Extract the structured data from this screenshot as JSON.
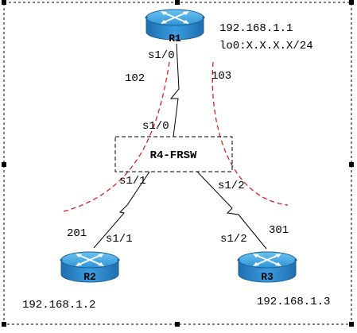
{
  "colors": {
    "router_top": "#3fa5e0",
    "router_side": "#2a7fc0",
    "router_edge": "#1a5f95",
    "dlci_curve": "#e02020",
    "frame": "#000000",
    "handle": "#000000"
  },
  "routers": {
    "r1": {
      "name": "R1",
      "ip": "192.168.1.1",
      "loopback": "lo0:X.X.X.X/24",
      "icon": "router-icon"
    },
    "r2": {
      "name": "R2",
      "ip": "192.168.1.2",
      "icon": "router-icon"
    },
    "r3": {
      "name": "R3",
      "ip": "192.168.1.3",
      "icon": "router-icon"
    }
  },
  "switch": {
    "name": "R4-FRSW"
  },
  "interfaces": {
    "r1_s": "s1/0",
    "sw_to_r1": "s1/0",
    "sw_to_r2": "s1/1",
    "sw_to_r3": "s1/2",
    "r2_s": "s1/1",
    "r3_s": "s1/2"
  },
  "dlci": {
    "r1_to_r2": "102",
    "r1_to_r3": "103",
    "r2_to_r1": "201",
    "r3_to_r1": "301"
  }
}
